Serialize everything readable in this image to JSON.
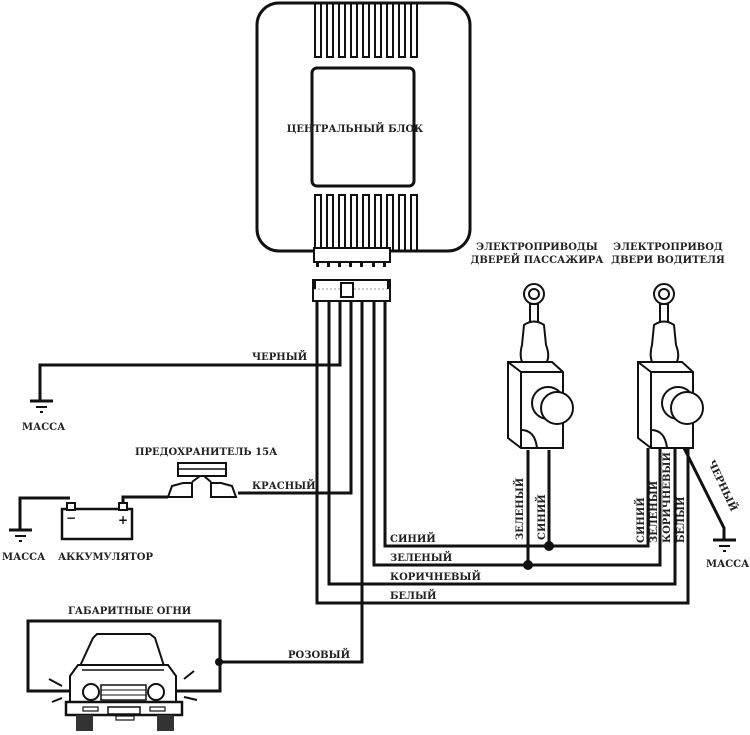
{
  "diagram": {
    "central_unit": {
      "label": "ЦЕНТРАЛЬНЫЙ БЛОК"
    },
    "passenger_actuators": {
      "label_line1": "ЭЛЕКТРОПРИВОДЫ",
      "label_line2": "ДВЕРЕЙ ПАССАЖИРА"
    },
    "driver_actuator": {
      "label_line1": "ЭЛЕКТРОПРИВОД",
      "label_line2": "ДВЕРИ ВОДИТЕЛЯ"
    },
    "ground_labels": {
      "ground_left_top": "МАССА",
      "ground_left_bottom": "МАССА",
      "ground_right": "МАССА"
    },
    "fuse": {
      "label": "ПРЕДОХРАНИТЕЛЬ 15А"
    },
    "battery": {
      "label": "АККУМУЛЯТОР",
      "minus": "−",
      "plus": "+"
    },
    "parking_lights": {
      "label": "ГАБАРИТНЫЕ ОГНИ"
    },
    "wires": {
      "black": "ЧЕРНЫЙ",
      "red": "КРАСНЫЙ",
      "blue": "СИНИЙ",
      "green": "ЗЕЛЕНЫЙ",
      "brown": "КОРИЧНЕВЫЙ",
      "white": "БЕЛЫЙ",
      "pink": "РОЗОВЫЙ"
    },
    "passenger_wire_labels": {
      "green": "ЗЕЛЕНЫЙ",
      "blue": "СИНИЙ"
    },
    "driver_wire_labels": {
      "blue": "СИНИЙ",
      "green": "ЗЕЛЕНЫЙ",
      "brown": "КОРИЧНЕВЫЙ",
      "white": "БЕЛЫЙ",
      "black": "ЧЕРНЫЙ"
    }
  }
}
